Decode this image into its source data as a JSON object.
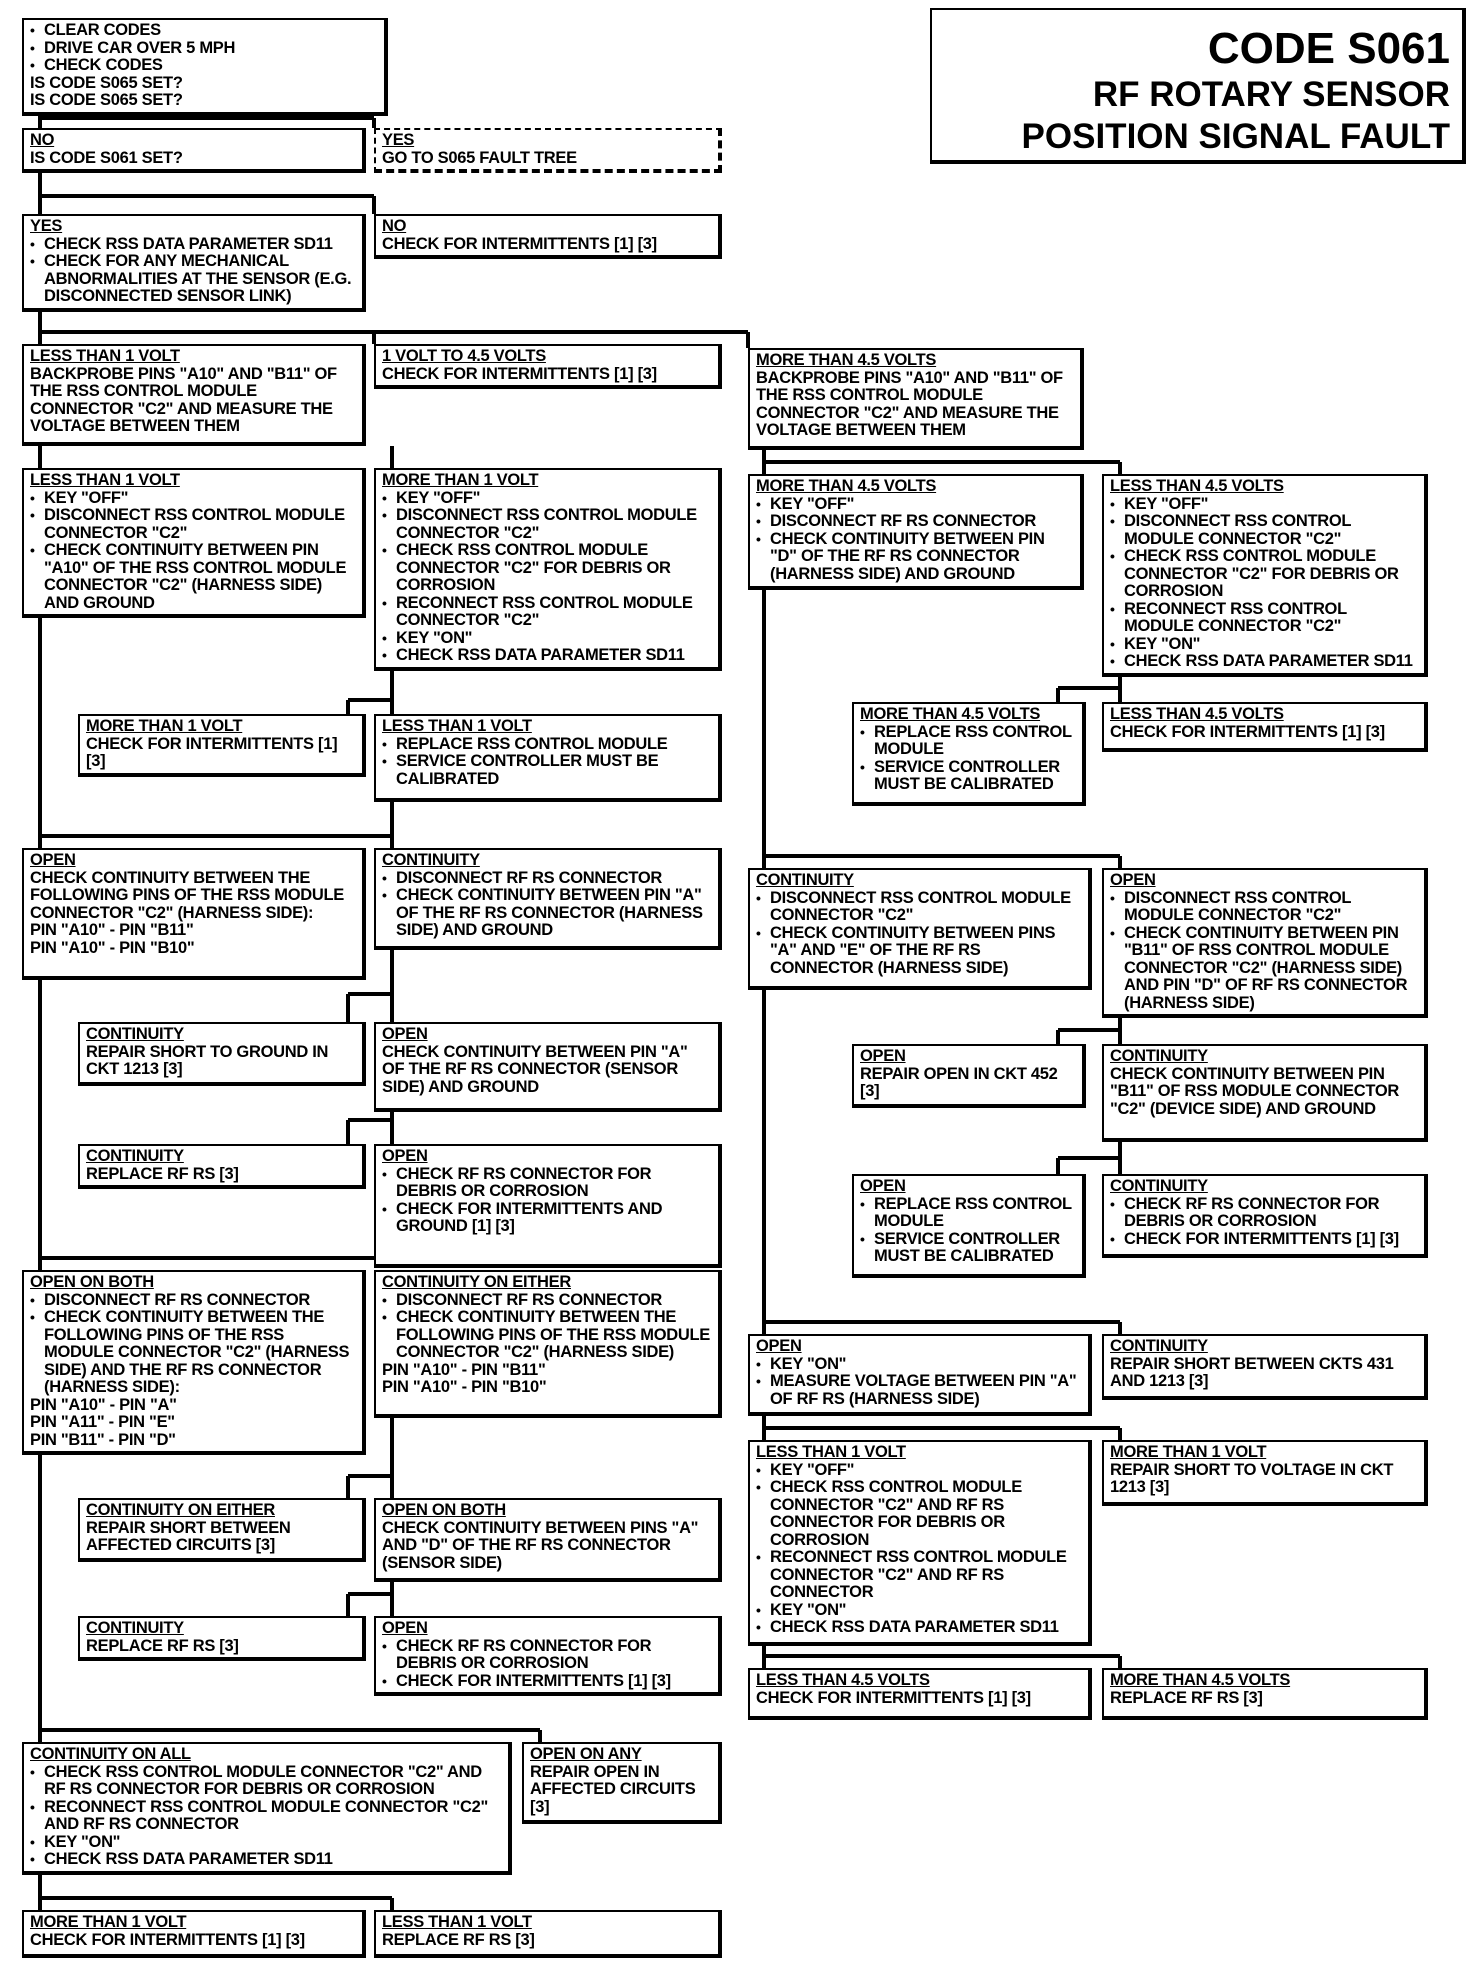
{
  "title": {
    "code": "CODE S061",
    "line2": "RF ROTARY SENSOR",
    "line3": "POSITION SIGNAL FAULT"
  },
  "boxes": {
    "start": {
      "bullets": [
        "CLEAR CODES",
        "DRIVE CAR OVER 5 MPH",
        "CHECK CODES"
      ],
      "text": [
        "IS CODE S065 SET?"
      ]
    },
    "no_s065": {
      "head": "NO",
      "text": [
        "IS CODE S061 SET?"
      ]
    },
    "yes_s065": {
      "head": "YES",
      "text": [
        "GO TO S065 FAULT TREE"
      ]
    },
    "yes_s061": {
      "head": "YES",
      "bullets": [
        "CHECK RSS DATA PARAMETER SD11",
        "CHECK FOR ANY MECHANICAL ABNORMALITIES AT THE SENSOR (E.G. DISCONNECTED SENSOR LINK)"
      ]
    },
    "no_s061": {
      "head": "NO",
      "text": [
        "CHECK FOR INTERMITTENTS [1] [3]"
      ]
    },
    "sd11_lt1": {
      "head": "LESS THAN 1 VOLT",
      "text": [
        "BACKPROBE PINS \"A10\" AND \"B11\" OF THE RSS CONTROL MODULE CONNECTOR \"C2\" AND MEASURE THE VOLTAGE BETWEEN THEM"
      ]
    },
    "sd11_1to45": {
      "head": "1 VOLT TO 4.5 VOLTS",
      "text": [
        "CHECK FOR INTERMITTENTS [1] [3]"
      ]
    },
    "sd11_gt45": {
      "head": "MORE THAN 4.5 VOLTS",
      "text": [
        "BACKPROBE PINS \"A10\" AND \"B11\" OF THE RSS CONTROL MODULE CONNECTOR \"C2\" AND MEASURE THE VOLTAGE BETWEEN THEM"
      ]
    },
    "l_lt1": {
      "head": "LESS THAN 1 VOLT",
      "bullets": [
        "KEY \"OFF\"",
        "DISCONNECT RSS CONTROL MODULE CONNECTOR \"C2\"",
        "CHECK CONTINUITY BETWEEN PIN \"A10\" OF THE RSS CONTROL MODULE CONNECTOR \"C2\" (HARNESS SIDE) AND GROUND"
      ]
    },
    "l_gt1": {
      "head": "MORE THAN 1 VOLT",
      "bullets": [
        "KEY \"OFF\"",
        "DISCONNECT RSS CONTROL MODULE CONNECTOR \"C2\"",
        "CHECK RSS CONTROL MODULE CONNECTOR \"C2\" FOR DEBRIS OR CORROSION",
        "RECONNECT RSS CONTROL MODULE CONNECTOR \"C2\"",
        "KEY \"ON\"",
        "CHECK RSS DATA PARAMETER SD11"
      ]
    },
    "l_gt1_gt1": {
      "head": "MORE THAN 1 VOLT",
      "text": [
        "CHECK FOR INTERMITTENTS [1] [3]"
      ]
    },
    "l_gt1_lt1": {
      "head": "LESS THAN 1 VOLT",
      "bullets": [
        "REPLACE RSS CONTROL MODULE",
        "SERVICE CONTROLLER MUST BE CALIBRATED"
      ]
    },
    "l_open": {
      "head": "OPEN",
      "text": [
        "CHECK CONTINUITY BETWEEN THE FOLLOWING PINS OF THE RSS MODULE CONNECTOR \"C2\" (HARNESS SIDE):",
        "PIN \"A10\" - PIN \"B11\"",
        "PIN \"A10\" - PIN \"B10\""
      ]
    },
    "l_cont": {
      "head": "CONTINUITY",
      "bullets": [
        "DISCONNECT RF RS CONNECTOR",
        "CHECK CONTINUITY BETWEEN PIN \"A\" OF THE RF RS CONNECTOR (HARNESS SIDE) AND GROUND"
      ]
    },
    "l_cont_cont": {
      "head": "CONTINUITY",
      "text": [
        "REPAIR SHORT TO GROUND IN CKT 1213 [3]"
      ]
    },
    "l_cont_open": {
      "head": "OPEN",
      "text": [
        "CHECK CONTINUITY BETWEEN PIN \"A\" OF THE RF RS CONNECTOR (SENSOR SIDE) AND GROUND"
      ]
    },
    "l_cont_open_cont": {
      "head": "CONTINUITY",
      "text": [
        "REPLACE RF RS [3]"
      ]
    },
    "l_cont_open_open": {
      "head": "OPEN",
      "bullets": [
        "CHECK RF RS CONNECTOR FOR DEBRIS OR CORROSION",
        "CHECK FOR INTERMITTENTS AND GROUND [1] [3]"
      ]
    },
    "open_both": {
      "head": "OPEN ON BOTH",
      "bullets": [
        "DISCONNECT RF RS CONNECTOR",
        "CHECK CONTINUITY BETWEEN THE FOLLOWING PINS OF THE RSS MODULE CONNECTOR \"C2\" (HARNESS SIDE) AND THE RF RS CONNECTOR (HARNESS SIDE):"
      ],
      "text": [
        "PIN \"A10\" - PIN \"A\"",
        "PIN \"A11\" - PIN \"E\"",
        "PIN \"B11\" - PIN \"D\""
      ]
    },
    "cont_either": {
      "head": "CONTINUITY ON EITHER",
      "bullets": [
        "DISCONNECT RF RS CONNECTOR",
        "CHECK CONTINUITY BETWEEN THE FOLLOWING PINS OF THE RSS MODULE CONNECTOR \"C2\" (HARNESS SIDE)"
      ],
      "text": [
        "PIN \"A10\" - PIN \"B11\"",
        "PIN \"A10\" - PIN \"B10\""
      ]
    },
    "cont_either_cont": {
      "head": "CONTINUITY ON EITHER",
      "text": [
        "REPAIR SHORT BETWEEN AFFECTED CIRCUITS [3]"
      ]
    },
    "cont_either_open": {
      "head": "OPEN ON BOTH",
      "text": [
        "CHECK CONTINUITY BETWEEN PINS \"A\" AND \"D\" OF THE RF RS CONNECTOR (SENSOR SIDE)"
      ]
    },
    "cont_either_open_cont": {
      "head": "CONTINUITY",
      "text": [
        "REPLACE RF RS [3]"
      ]
    },
    "cont_either_open_open": {
      "head": "OPEN",
      "bullets": [
        "CHECK RF RS CONNECTOR FOR DEBRIS OR CORROSION",
        "CHECK FOR INTERMITTENTS [1] [3]"
      ]
    },
    "cont_all": {
      "head": "CONTINUITY ON ALL",
      "bullets": [
        "CHECK RSS CONTROL MODULE CONNECTOR \"C2\" AND RF RS CONNECTOR FOR DEBRIS OR CORROSION",
        "RECONNECT RSS CONTROL MODULE CONNECTOR \"C2\" AND RF RS CONNECTOR",
        "KEY \"ON\"",
        "CHECK RSS DATA PARAMETER SD11"
      ]
    },
    "open_any": {
      "head": "OPEN ON ANY",
      "text": [
        "REPAIR OPEN IN AFFECTED CIRCUITS [3]"
      ]
    },
    "final_gt1": {
      "head": "MORE THAN 1 VOLT",
      "text": [
        "CHECK FOR INTERMITTENTS [1] [3]"
      ]
    },
    "final_lt1": {
      "head": "LESS THAN 1 VOLT",
      "text": [
        "REPLACE RF RS [3]"
      ]
    },
    "r_gt45": {
      "head": "MORE THAN 4.5 VOLTS",
      "bullets": [
        "KEY \"OFF\"",
        "DISCONNECT RF RS CONNECTOR",
        "CHECK CONTINUITY BETWEEN PIN \"D\" OF THE RF RS CONNECTOR (HARNESS SIDE) AND GROUND"
      ]
    },
    "r_lt45": {
      "head": "LESS THAN 4.5 VOLTS",
      "bullets": [
        "KEY \"OFF\"",
        "DISCONNECT RSS CONTROL MODULE CONNECTOR \"C2\"",
        "CHECK RSS CONTROL MODULE CONNECTOR \"C2\" FOR DEBRIS OR CORROSION",
        "RECONNECT RSS CONTROL MODULE CONNECTOR \"C2\"",
        "KEY \"ON\"",
        "CHECK RSS DATA PARAMETER SD11"
      ]
    },
    "r_lt45_gt45": {
      "head": "MORE THAN 4.5 VOLTS",
      "bullets": [
        "REPLACE RSS CONTROL MODULE",
        "SERVICE CONTROLLER MUST BE CALIBRATED"
      ]
    },
    "r_lt45_lt45": {
      "head": "LESS THAN 4.5 VOLTS",
      "text": [
        "CHECK FOR INTERMITTENTS [1] [3]"
      ]
    },
    "r_cont": {
      "head": "CONTINUITY",
      "bullets": [
        "DISCONNECT RSS CONTROL MODULE CONNECTOR \"C2\"",
        "CHECK CONTINUITY BETWEEN PINS \"A\" AND \"E\" OF THE RF RS CONNECTOR (HARNESS SIDE)"
      ]
    },
    "r_open": {
      "head": "OPEN",
      "bullets": [
        "DISCONNECT RSS CONTROL MODULE CONNECTOR \"C2\"",
        "CHECK CONTINUITY BETWEEN PIN \"B11\" OF RSS CONTROL MODULE CONNECTOR \"C2\" (HARNESS SIDE) AND PIN \"D\" OF RF RS CONNECTOR (HARNESS SIDE)"
      ]
    },
    "r_open_open": {
      "head": "OPEN",
      "text": [
        "REPAIR OPEN IN CKT 452 [3]"
      ]
    },
    "r_open_cont": {
      "head": "CONTINUITY",
      "text": [
        "CHECK CONTINUITY BETWEEN PIN \"B11\" OF RSS MODULE CONNECTOR \"C2\" (DEVICE SIDE) AND GROUND"
      ]
    },
    "r_open_cont_open": {
      "head": "OPEN",
      "bullets": [
        "REPLACE RSS CONTROL MODULE",
        "SERVICE CONTROLLER MUST BE CALIBRATED"
      ]
    },
    "r_open_cont_cont": {
      "head": "CONTINUITY",
      "bullets": [
        "CHECK RF RS CONNECTOR FOR DEBRIS OR CORROSION",
        "CHECK FOR INTERMITTENTS [1] [3]"
      ]
    },
    "r_cont_open": {
      "head": "OPEN",
      "bullets": [
        "KEY \"ON\"",
        "MEASURE VOLTAGE BETWEEN PIN \"A\" OF RF RS (HARNESS SIDE)"
      ]
    },
    "r_cont_cont": {
      "head": "CONTINUITY",
      "text": [
        "REPAIR SHORT BETWEEN CKTS 431 AND 1213 [3]"
      ]
    },
    "r_volt_lt1": {
      "head": "LESS THAN 1 VOLT",
      "bullets": [
        "KEY \"OFF\"",
        "CHECK RSS CONTROL MODULE CONNECTOR \"C2\" AND RF RS CONNECTOR FOR DEBRIS OR CORROSION",
        "RECONNECT RSS CONTROL MODULE CONNECTOR \"C2\" AND RF RS CONNECTOR",
        "KEY \"ON\"",
        "CHECK RSS DATA PARAMETER SD11"
      ]
    },
    "r_volt_gt1": {
      "head": "MORE THAN 1 VOLT",
      "text": [
        "REPAIR SHORT TO VOLTAGE IN CKT 1213 [3]"
      ]
    },
    "r_end_lt45": {
      "head": "LESS THAN 4.5 VOLTS",
      "text": [
        "CHECK FOR INTERMITTENTS [1] [3]"
      ]
    },
    "r_end_gt45": {
      "head": "MORE THAN 4.5 VOLTS",
      "text": [
        "REPLACE RF RS [3]"
      ]
    }
  }
}
